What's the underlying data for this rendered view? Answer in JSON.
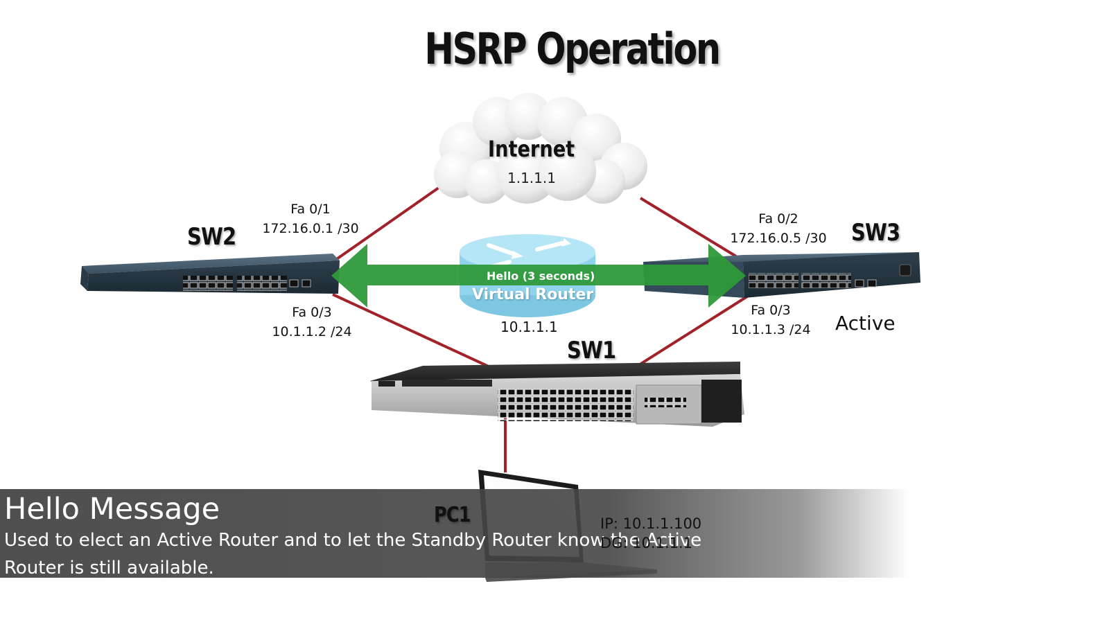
{
  "title": "HSRP Operation",
  "colors": {
    "link": "#a3222a",
    "hello_arrow": "#2f9a3a",
    "virtual_router": "#8fd3ec",
    "caption_bar": "#444444"
  },
  "internet": {
    "name": "Internet",
    "ip": "1.1.1.1",
    "icon": "cloud-icon"
  },
  "virtual_router": {
    "label": "Virtual Router",
    "ip": "10.1.1.1",
    "icon": "router-icon",
    "hello_label": "Hello (3 seconds)"
  },
  "sw2": {
    "name": "SW2",
    "uplink_port": "Fa 0/1",
    "uplink_ip": "172.16.0.1 /30",
    "downlink_port": "Fa 0/3",
    "downlink_ip": "10.1.1.2 /24"
  },
  "sw3": {
    "name": "SW3",
    "uplink_port": "Fa 0/2",
    "uplink_ip": "172.16.0.5 /30",
    "downlink_port": "Fa 0/3",
    "downlink_ip": "10.1.1.3 /24",
    "role": "Active"
  },
  "sw1": {
    "name": "SW1"
  },
  "pc1": {
    "name": "PC1",
    "ip": "IP: 10.1.1.100",
    "dg": "DG: 10.1.1.1",
    "icon": "laptop-icon"
  },
  "caption": {
    "title": "Hello Message",
    "body": "Used to elect an Active Router and to let the Standby Router know the Active Router is still available."
  }
}
